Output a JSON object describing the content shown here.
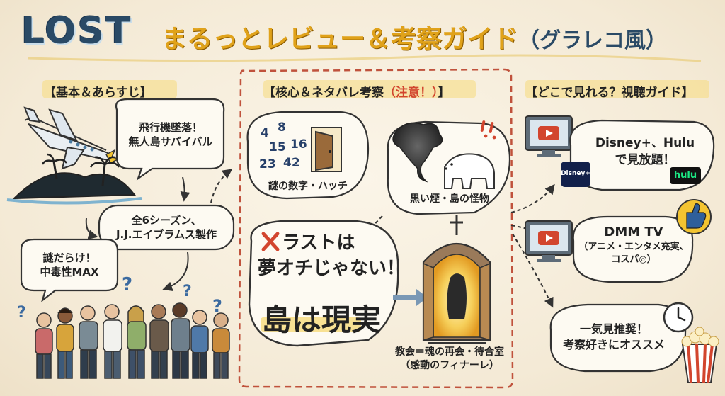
{
  "title": {
    "lost": "LOST",
    "rest": "まるっとレビュー＆考察ガイド",
    "paren": "（グラレコ風）"
  },
  "sections": {
    "basics": "【基本＆あらすじ】",
    "core_main": "【核心＆ネタバレ考察",
    "core_warn": "（注意！）",
    "core_end": "】",
    "watch": "【どこで見れる？視聴ガイド】"
  },
  "basics": {
    "crash_line1": "飛行機墜落！",
    "crash_line2": "無人島サバイバル",
    "seasons_line1": "全6シーズン、",
    "seasons_line2": "J.J.エイブラムス製作",
    "mystery_line1": "謎だらけ！",
    "mystery_line2": "中毒性MAX"
  },
  "core": {
    "numbers": [
      "4",
      "8",
      "15",
      "16",
      "23",
      "42"
    ],
    "numbers_caption": "謎の数字・ハッチ",
    "smoke_caption": "黒い煙・島の怪物",
    "not_dream_line1": "ラストは",
    "not_dream_line2": "夢オチじゃない！",
    "island_real": "島は現実",
    "church_line1": "教会＝魂の再会・待合室",
    "church_line2": "（感動のフィナーレ）"
  },
  "watch": {
    "disney_line1": "Disney+、Hulu",
    "disney_line2": "で見放題！",
    "disney_logo": "Disney+",
    "hulu_logo": "hulu",
    "dmm_line1": "DMM TV",
    "dmm_line2": "（アニメ・エンタメ充実、",
    "dmm_line3": "コスパ◎）",
    "binge_line1": "一気見推奨！",
    "binge_line2": "考察好きにオススメ"
  },
  "colors": {
    "accent_yellow": "#e0a21a",
    "title_blue": "#2a4a66",
    "warn_red": "#d2452e",
    "dashed_red": "#c0523c",
    "hulu_green": "#1ce783",
    "disney_navy": "#12204a"
  },
  "icons": [
    "airplane-icon",
    "island-icon",
    "door-icon",
    "smoke-monster-icon",
    "polar-bear-icon",
    "church-icon",
    "tv-icon",
    "thumbs-up-icon",
    "clock-icon",
    "popcorn-icon",
    "x-mark-icon",
    "question-mark-icon"
  ]
}
